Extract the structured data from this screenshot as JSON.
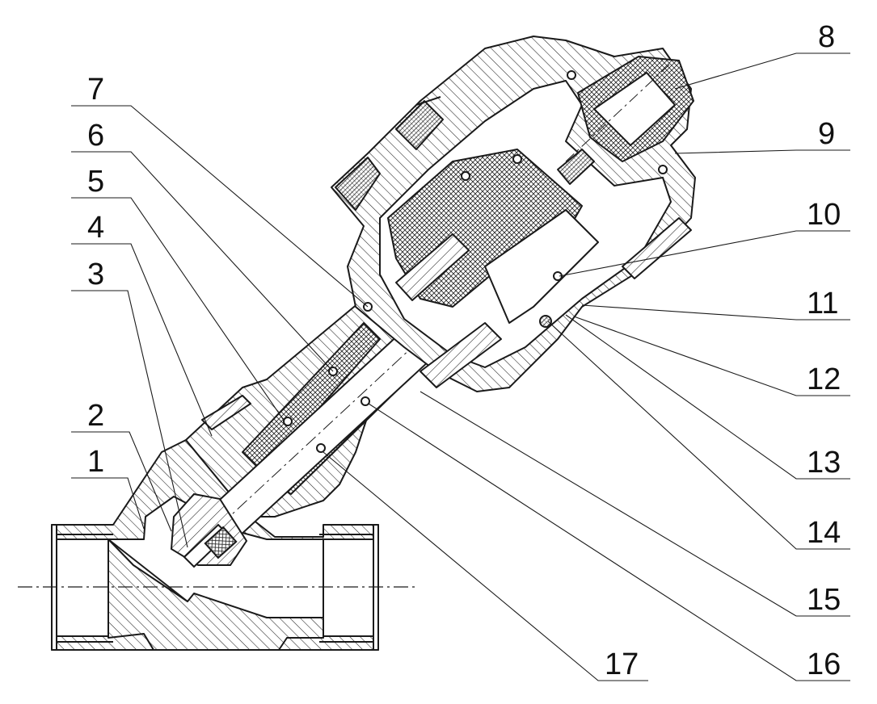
{
  "diagram": {
    "kind": "angle seat valve cross-section",
    "line_color": "#1a1a1a",
    "background": "#ffffff",
    "callouts": [
      {
        "id": "c1",
        "label": "1"
      },
      {
        "id": "c2",
        "label": "2"
      },
      {
        "id": "c3",
        "label": "3"
      },
      {
        "id": "c4",
        "label": "4"
      },
      {
        "id": "c5",
        "label": "5"
      },
      {
        "id": "c6",
        "label": "6"
      },
      {
        "id": "c7",
        "label": "7"
      },
      {
        "id": "c8",
        "label": "8"
      },
      {
        "id": "c9",
        "label": "9"
      },
      {
        "id": "c10",
        "label": "10"
      },
      {
        "id": "c11",
        "label": "11"
      },
      {
        "id": "c12",
        "label": "12"
      },
      {
        "id": "c13",
        "label": "13"
      },
      {
        "id": "c14",
        "label": "14"
      },
      {
        "id": "c15",
        "label": "15"
      },
      {
        "id": "c16",
        "label": "16"
      },
      {
        "id": "c17",
        "label": "17"
      }
    ]
  }
}
